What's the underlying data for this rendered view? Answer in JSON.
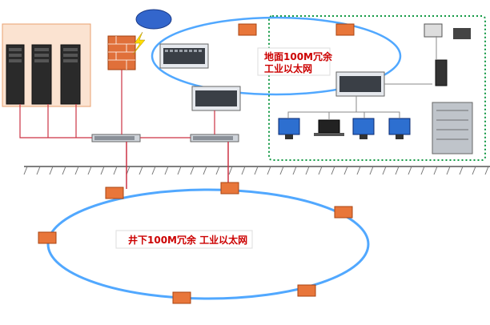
{
  "surface_ring": {
    "title_line1": "地面100M冗余",
    "title_line2": "工业以太网"
  },
  "underground_ring": {
    "title": "井下100M冗余 工业以太网"
  },
  "colors": {
    "ring": "#3399ff",
    "link": "#cc3344",
    "dotted_box": "#119944",
    "switch_box": "#e8763a",
    "ring_title": "#cc0000"
  },
  "icons": {
    "server": "server-icon",
    "firewall": "firewall-icon",
    "switch": "switch-icon",
    "underground_switch": "underground-switch-icon",
    "workstation": "workstation-icon",
    "printer": "printer-icon",
    "laptop": "laptop-icon",
    "cabinet": "cabinet-icon",
    "lightning": "lightning-icon",
    "cloud": "cloud-icon"
  }
}
